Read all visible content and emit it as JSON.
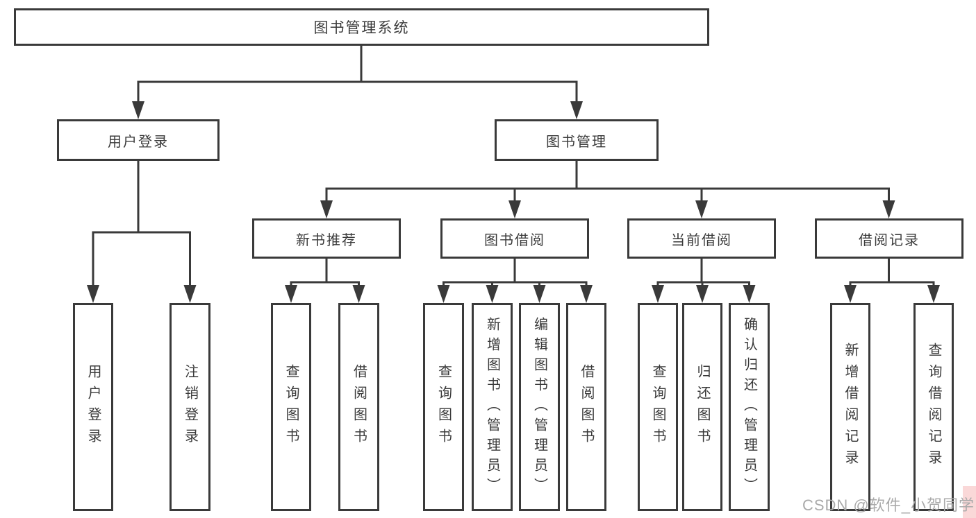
{
  "colors": {
    "line": "#3a3a3a",
    "box_border": "#3a3a3a",
    "box_text": "#3a3a3a",
    "background": "#ffffff",
    "watermark_text": "#aaaaaa",
    "watermark_highlight": "#fad8d8"
  },
  "tree": {
    "label": "图书管理系统",
    "children": [
      {
        "label": "用户登录",
        "children": [
          {
            "label": "用户登录"
          },
          {
            "label": "注销登录"
          }
        ]
      },
      {
        "label": "图书管理",
        "children": [
          {
            "label": "新书推荐",
            "children": [
              {
                "label": "查询图书"
              },
              {
                "label": "借阅图书"
              }
            ]
          },
          {
            "label": "图书借阅",
            "children": [
              {
                "label": "查询图书"
              },
              {
                "label": "新增图书（管理员）"
              },
              {
                "label": "编辑图书（管理员）"
              },
              {
                "label": "借阅图书"
              }
            ]
          },
          {
            "label": "当前借阅",
            "children": [
              {
                "label": "查询图书"
              },
              {
                "label": "归还图书"
              },
              {
                "label": "确认归还（管理员）"
              }
            ]
          },
          {
            "label": "借阅记录",
            "children": [
              {
                "label": "新增借阅记录"
              },
              {
                "label": "查询借阅记录"
              }
            ]
          }
        ]
      }
    ]
  },
  "watermark": {
    "text": "CSDN @软件_小贺同学"
  }
}
